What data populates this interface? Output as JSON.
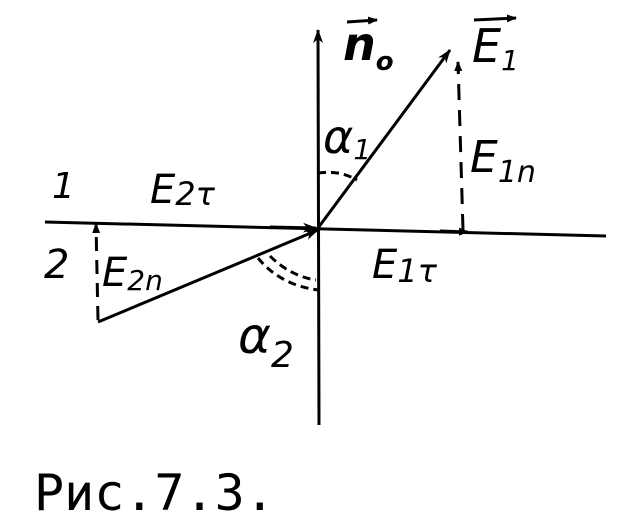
{
  "labels": {
    "n0": {
      "base": "n",
      "sub": "o"
    },
    "E1": {
      "base": "E",
      "sub": "1"
    },
    "E1n": {
      "base": "E",
      "sub": "1n"
    },
    "E1t": {
      "base": "E",
      "sub": "1τ"
    },
    "E2t": {
      "base": "E",
      "sub": "2τ"
    },
    "E2n": {
      "base": "E",
      "sub": "2n"
    },
    "alpha1": {
      "base": "α",
      "sub": "1"
    },
    "alpha2": {
      "base": "α",
      "sub": "2"
    },
    "medium1": "1",
    "medium2": "2"
  },
  "caption": "Рис.7.3."
}
